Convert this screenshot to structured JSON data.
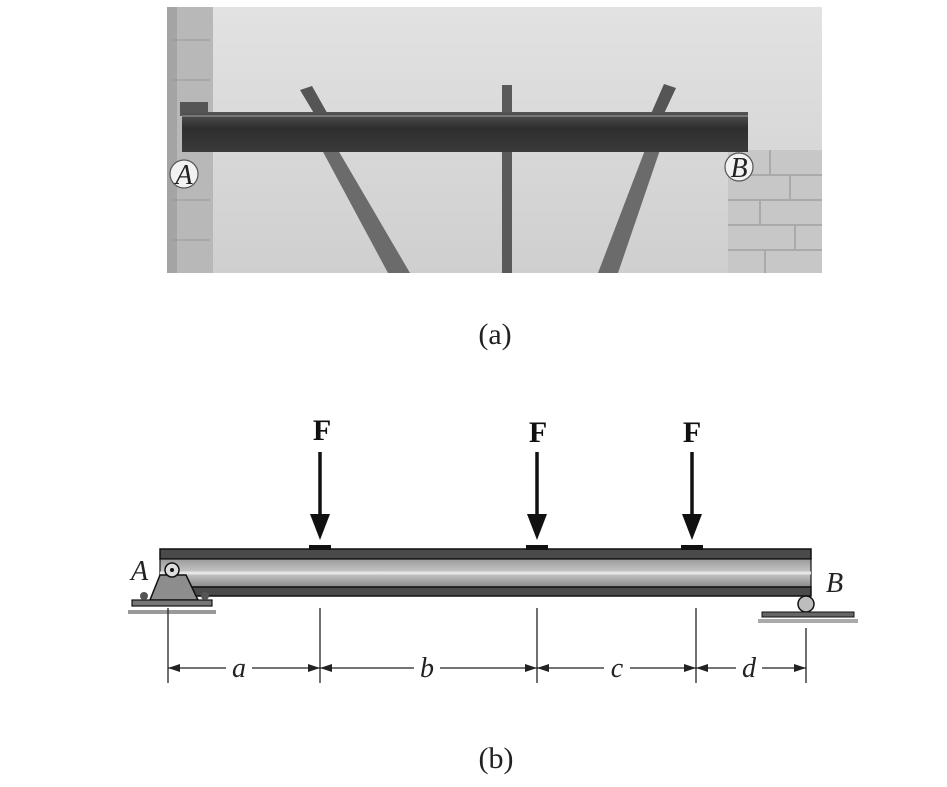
{
  "photo": {
    "label_a": "A",
    "label_b": "B"
  },
  "captions": {
    "a": "(a)",
    "b": "(b)"
  },
  "diagram": {
    "support_a_label": "A",
    "support_b_label": "B",
    "forces": [
      {
        "label": "F"
      },
      {
        "label": "F"
      },
      {
        "label": "F"
      }
    ],
    "dimensions": [
      "a",
      "b",
      "c",
      "d"
    ]
  },
  "colors": {
    "beam_dark": "#3e3e3e",
    "beam_mid": "#8c8c8c",
    "sky": "#d7d7d7",
    "arrow": "#111111"
  }
}
